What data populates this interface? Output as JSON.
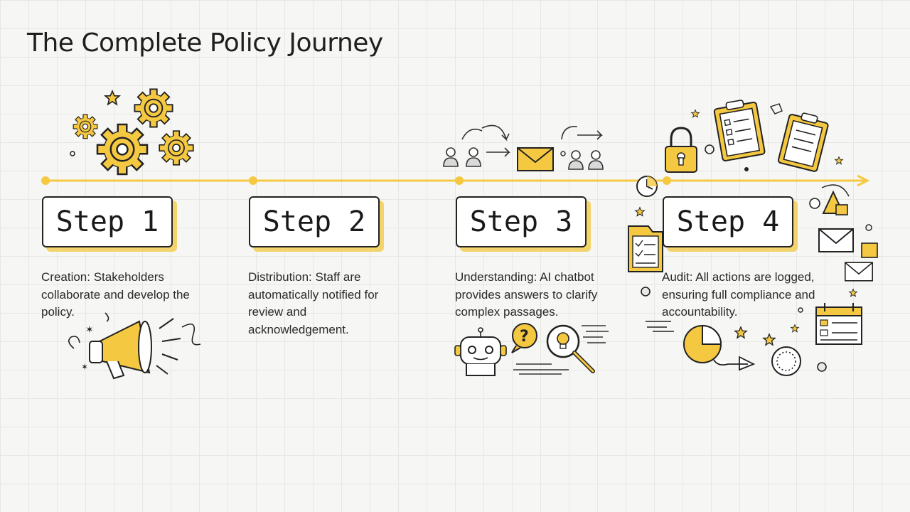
{
  "page": {
    "title": "The Complete Policy Journey"
  },
  "steps": [
    {
      "label": "Step 1",
      "description": "Creation: Stakeholders collaborate and develop the policy."
    },
    {
      "label": "Step 2",
      "description": "Distribution: Staff are automatically notified for review and acknowledgement."
    },
    {
      "label": "Step 3",
      "description": "Understanding: AI chatbot provides answers to clarify complex passages."
    },
    {
      "label": "Step 4",
      "description": "Audit: All actions are logged, ensuring full compliance and accountability."
    }
  ],
  "colors": {
    "accent": "#f5c842",
    "accent_shadow": "#f3d36b",
    "ink": "#222222",
    "background": "#f6f6f4",
    "grid": "#e7e7e4"
  },
  "icons": [
    "gears-icon",
    "megaphone-icon",
    "people-icon",
    "envelope-icon",
    "robot-icon",
    "question-bubble-icon",
    "magnifier-lightbulb-icon",
    "padlock-icon",
    "clipboard-icon",
    "clock-icon",
    "pie-chart-icon",
    "calendar-icon",
    "folder-checklist-icon",
    "star-icon"
  ]
}
